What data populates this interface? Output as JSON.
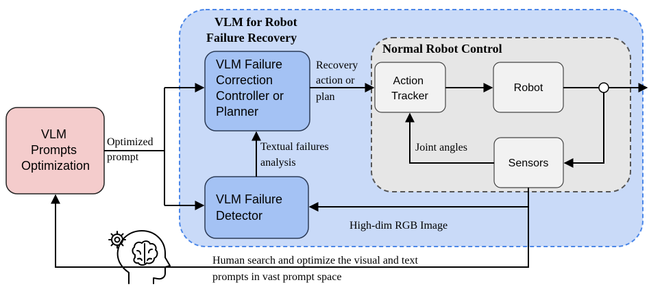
{
  "vlm_region": {
    "title_line1": "VLM for Robot",
    "title_line2": "Failure Recovery"
  },
  "normal_control": {
    "title": "Normal Robot Control"
  },
  "nodes": {
    "prompts_opt": {
      "lines": [
        "VLM",
        "Prompts",
        "Optimization"
      ]
    },
    "correction": {
      "lines": [
        "VLM Failure",
        "Correction",
        "Controller or",
        "Planner"
      ]
    },
    "detector": {
      "lines": [
        "VLM Failure",
        "Detector"
      ]
    },
    "tracker": {
      "lines": [
        "Action",
        "Tracker"
      ]
    },
    "robot": {
      "lines": [
        "Robot"
      ]
    },
    "sensors": {
      "lines": [
        "Sensors"
      ]
    }
  },
  "edge_labels": {
    "optimized_prompt": [
      "Optimized",
      "prompt"
    ],
    "recovery": [
      "Recovery",
      "action or",
      "plan"
    ],
    "textual_failures": [
      "Textual failures",
      "analysis"
    ],
    "joint_angles": "Joint angles",
    "rgb_image": "High-dim RGB Image",
    "human_search": [
      "Human search and optimize the visual and text",
      "prompts in vast prompt space"
    ]
  },
  "colors": {
    "region_fill": "#c9daf8",
    "region_border": "#4a86e8",
    "vlm_box_fill": "#a4c2f4",
    "vlm_box_border": "#2b3a55",
    "opt_box_fill": "#f4cccc",
    "gray_region_fill": "#e6e6e6",
    "gray_box_fill": "#f2f2f2",
    "line": "#000000"
  },
  "icons": {
    "human": "human-head-gear-brain-icon"
  }
}
